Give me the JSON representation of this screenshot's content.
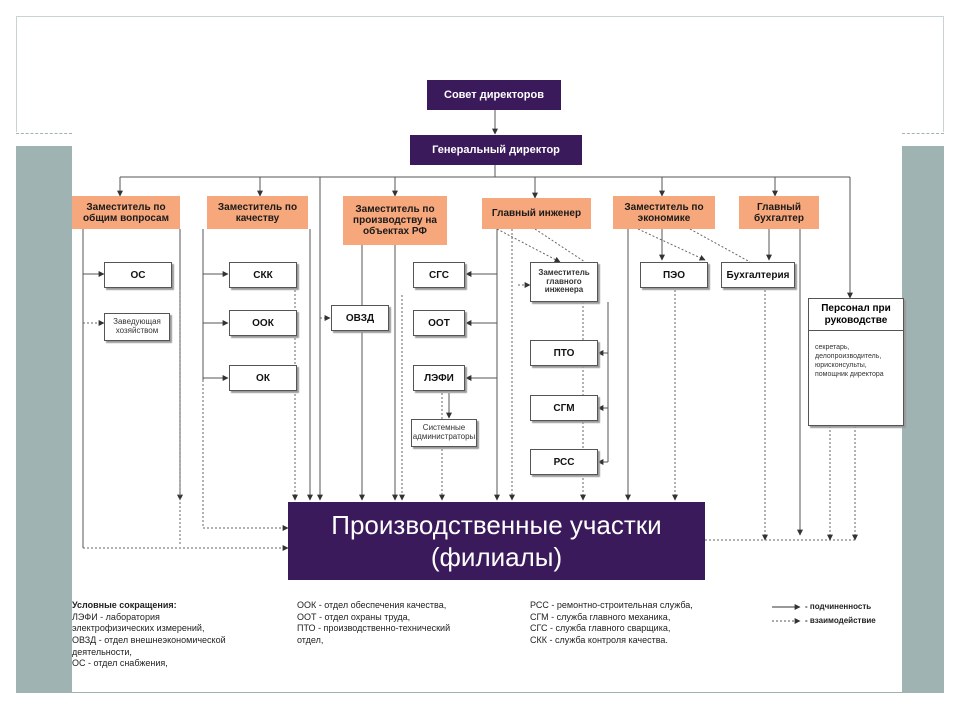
{
  "nodes": {
    "board": "Совет директоров",
    "gen_director": "Генеральный директор",
    "dep_general": "Заместитель по общим вопросам",
    "dep_quality": "Заместитель по качеству",
    "dep_production": "Заместитель по производству на объектах РФ",
    "chief_engineer": "Главный инженер",
    "dep_economics": "Заместитель по экономике",
    "chief_accountant": "Главный бухгалтер",
    "os": "ОС",
    "zav": "Заведующая хозяйством",
    "skk": "СКК",
    "ook": "ООК",
    "ok": "ОК",
    "ovzd": "ОВЗД",
    "sgs": "СГС",
    "oot": "ООТ",
    "lefi": "ЛЭФИ",
    "sysadmin": "Системные администраторы",
    "dep_chief_eng": "Заместитель главного инженера",
    "pto": "ПТО",
    "sgm": "СГМ",
    "rss": "РСС",
    "peo": "ПЭО",
    "accounting": "Бухгалтерия",
    "personnel_title": "Персонал при руководстве",
    "personnel_note": "секретарь, делопроизводитель, юрисконсульты, помощник директора",
    "prod_line1": "Производственные участки",
    "prod_line2": "(филиалы)"
  },
  "legend": {
    "heading": "Условные сокращения:",
    "col1": "ЛЭФИ - лаборатория\nэлектрофизических измерений,\nОВЗД - отдел внешнеэкономической\nдеятельности,\nОС - отдел снабжения,",
    "col2": "ООК - отдел обеспечения качества,\nООТ - отдел охраны труда,\nПТО - производственно-технический\nотдел,",
    "col3": "РСС - ремонтно-строительная служба,\nСГМ - служба главного механика,\nСГС - служба главного сварщика,\nСКК - служба контроля качества.",
    "solid_label": "- подчиненность",
    "dotted_label": "- взаимодействие"
  },
  "colors": {
    "dark_box": "#3b1a5c",
    "orange_box": "#f6a77b",
    "frame_band": "#9fb3b3"
  }
}
